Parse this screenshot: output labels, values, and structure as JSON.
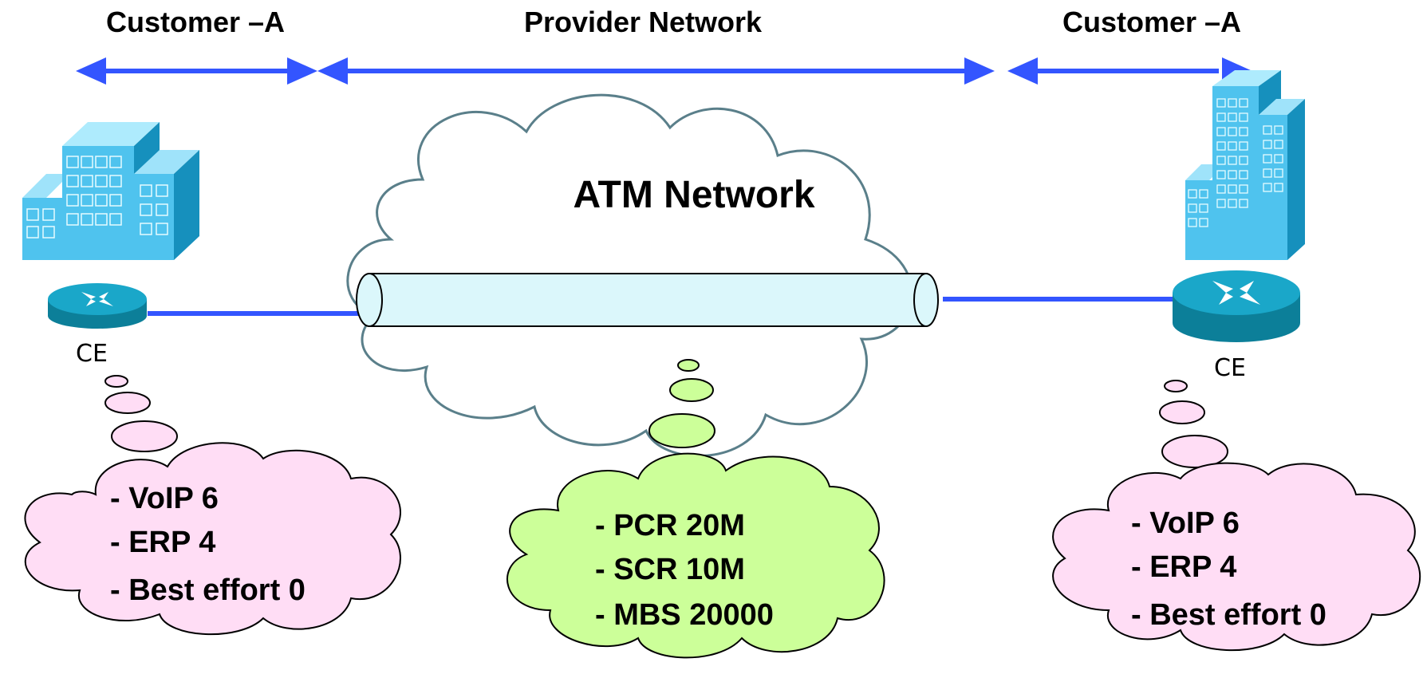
{
  "labels": {
    "left_customer": "Customer –A",
    "provider": "Provider Network",
    "right_customer": "Customer –A",
    "network": "ATM Network",
    "left_router": "CE",
    "right_router": "CE"
  },
  "left_policy": [
    "- VoIP  6",
    "- ERP  4",
    "- Best effort  0"
  ],
  "atm_policy": [
    "- PCR 20M",
    "- SCR 10M",
    "- MBS 20000"
  ],
  "right_policy": [
    "- VoIP  6",
    "- ERP  4",
    "- Best effort  0"
  ],
  "colors": {
    "arrow": "#3355ff",
    "pink_cloud": "#ffddf5",
    "green_cloud": "#ccff99",
    "atm_cloud_outline": "#5a7f8a",
    "tube": "#dbf7fb",
    "building": "#4fc3ee",
    "router": "#0f9ab8"
  },
  "icons": [
    "building-icon",
    "router-icon",
    "cloud-icon",
    "double-arrow-icon"
  ]
}
